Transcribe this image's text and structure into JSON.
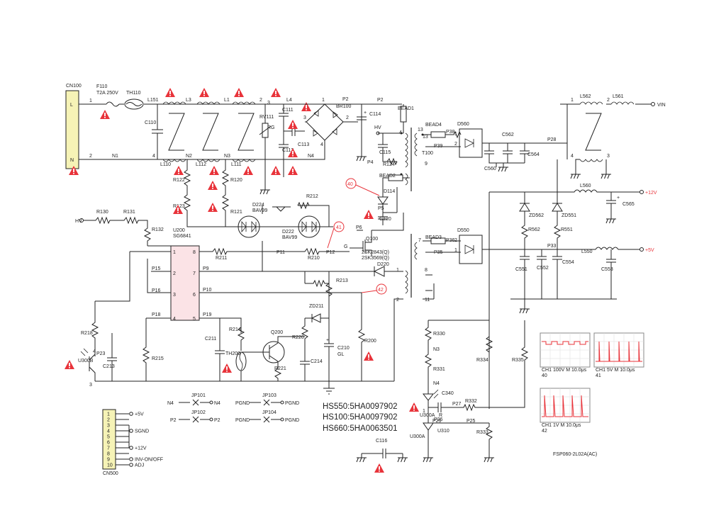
{
  "connectors": {
    "cn100": {
      "name": "CN100",
      "pin_l": "L",
      "pin_n": "N",
      "pin1": "1",
      "pin2": "2"
    },
    "cn500": {
      "name": "CN500",
      "pins": [
        {
          "num": "1",
          "signal": "+5V"
        },
        {
          "num": "2",
          "signal": ""
        },
        {
          "num": "3",
          "signal": ""
        },
        {
          "num": "4",
          "signal": "SGND"
        },
        {
          "num": "5",
          "signal": ""
        },
        {
          "num": "6",
          "signal": ""
        },
        {
          "num": "7",
          "signal": "+12V"
        },
        {
          "num": "8",
          "signal": ""
        },
        {
          "num": "9",
          "signal": "INV-ON/OFF"
        },
        {
          "num": "10",
          "signal": "ADJ"
        }
      ]
    }
  },
  "fuse": {
    "ref": "F110",
    "rating": "T2A 250V"
  },
  "labels": {
    "th110": "TH110",
    "l151": "L151",
    "l3": "L3",
    "l1": "L1",
    "l4": "L4",
    "c110": "C110",
    "l110": "L110",
    "l112": "L112",
    "l111": "L111",
    "n1": "N1",
    "n2": "N2",
    "n3": "N3",
    "n4": "N4",
    "c111": "C111",
    "c112": "C112",
    "c113": "C113",
    "rv111": "RV111",
    "rg": "RG",
    "p2": "P2",
    "br100": "BR100",
    "c114": "C114",
    "hv": "HV",
    "bead1": "BEAD1",
    "c115": "C115",
    "r124": "R124",
    "p4": "P4",
    "t100": "T100",
    "bead2": "BEAD2",
    "d114": "D114",
    "p5": "P5",
    "c120": "C120",
    "p6": "P6",
    "r122": "R122",
    "r123": "R123",
    "r120": "R120",
    "r121": "R121",
    "d224": "D224",
    "bav99a": "BAV99",
    "r212": "R212",
    "d222": "D222",
    "bav99b": "BAV99",
    "r130": "R130",
    "r131": "R131",
    "r132": "R132",
    "hv_in": "HV",
    "u200": "U200",
    "sg6841": "SG6841",
    "r211": "R211",
    "p11": "P11",
    "r210": "R210",
    "p12": "P12",
    "g": "G",
    "q100": "Q100",
    "q100a": "2SK2843(Q)",
    "q100b": "2SK3569(Q)",
    "d220": "D220",
    "p15": "P15",
    "p9": "P9",
    "r213": "R213",
    "p16": "P16",
    "p10": "P10",
    "p18": "P18",
    "p19": "P19",
    "zd211": "ZD211",
    "r218": "R218",
    "p23": "P23",
    "c213": "C213",
    "u300b": "U300B",
    "r215": "R215",
    "c211": "C211",
    "r214": "R214",
    "th200": "TH200",
    "q200": "Q200",
    "r220": "R220",
    "r221": "R221",
    "c214": "C214",
    "c210": "C210",
    "c210gl": "GL",
    "r200": "R200",
    "bead4": "BEAD4",
    "p38": "P38",
    "p39": "P39",
    "d560": "D560",
    "c560": "C560",
    "c562": "C562",
    "c564": "C564",
    "p28": "P28",
    "l562": "L562",
    "l561": "L561",
    "vin": "VIN",
    "l550": "L550",
    "l560": "L560",
    "c565": "C565",
    "zd562": "ZD562",
    "zd551": "ZD551",
    "r562": "R562",
    "r551": "R551",
    "bead3": "BEAD3",
    "p36": "P36",
    "p35": "P35",
    "d550": "D550",
    "p33": "P33",
    "c551": "C551",
    "c552": "C552",
    "c554": "C554",
    "c553": "C553",
    "r330": "R330",
    "n3b": "N3",
    "r331": "R331",
    "n4b": "N4",
    "r334": "R334",
    "r335": "R335",
    "c340": "C340",
    "p27": "P27",
    "r332": "R332",
    "r": "R",
    "p25": "P25",
    "u310": "U310",
    "u300a": "U300A",
    "r333": "R333",
    "c116": "C116",
    "jp101": "JP101",
    "jp102": "JP102",
    "jp103": "JP103",
    "jp104": "JP104",
    "n4j": "N4",
    "n4j2": "N4",
    "p2j": "P2",
    "p2j2": "P2",
    "pgnd1": "PGND",
    "pgnd2": "PGND",
    "pgnd3": "PGND",
    "pgnd4": "PGND"
  },
  "rails": {
    "out12": "+12V",
    "out5": "+5V"
  },
  "probes": {
    "p40": "40",
    "p41": "41",
    "p42": "42"
  },
  "model_notes": [
    "HS550:5HA0097902",
    "HS100:5HA0097902",
    "HS660:5HA0063501"
  ],
  "board_name": "FSP060-2L02A(AC)",
  "scope_captions": {
    "s40": "40",
    "s41": "41",
    "s42": "42"
  },
  "colors": {
    "wire": "#222222",
    "accent": "#e8333a",
    "ic_fill": "#fbe3e6",
    "connector_fill": "#f6f3b6"
  }
}
